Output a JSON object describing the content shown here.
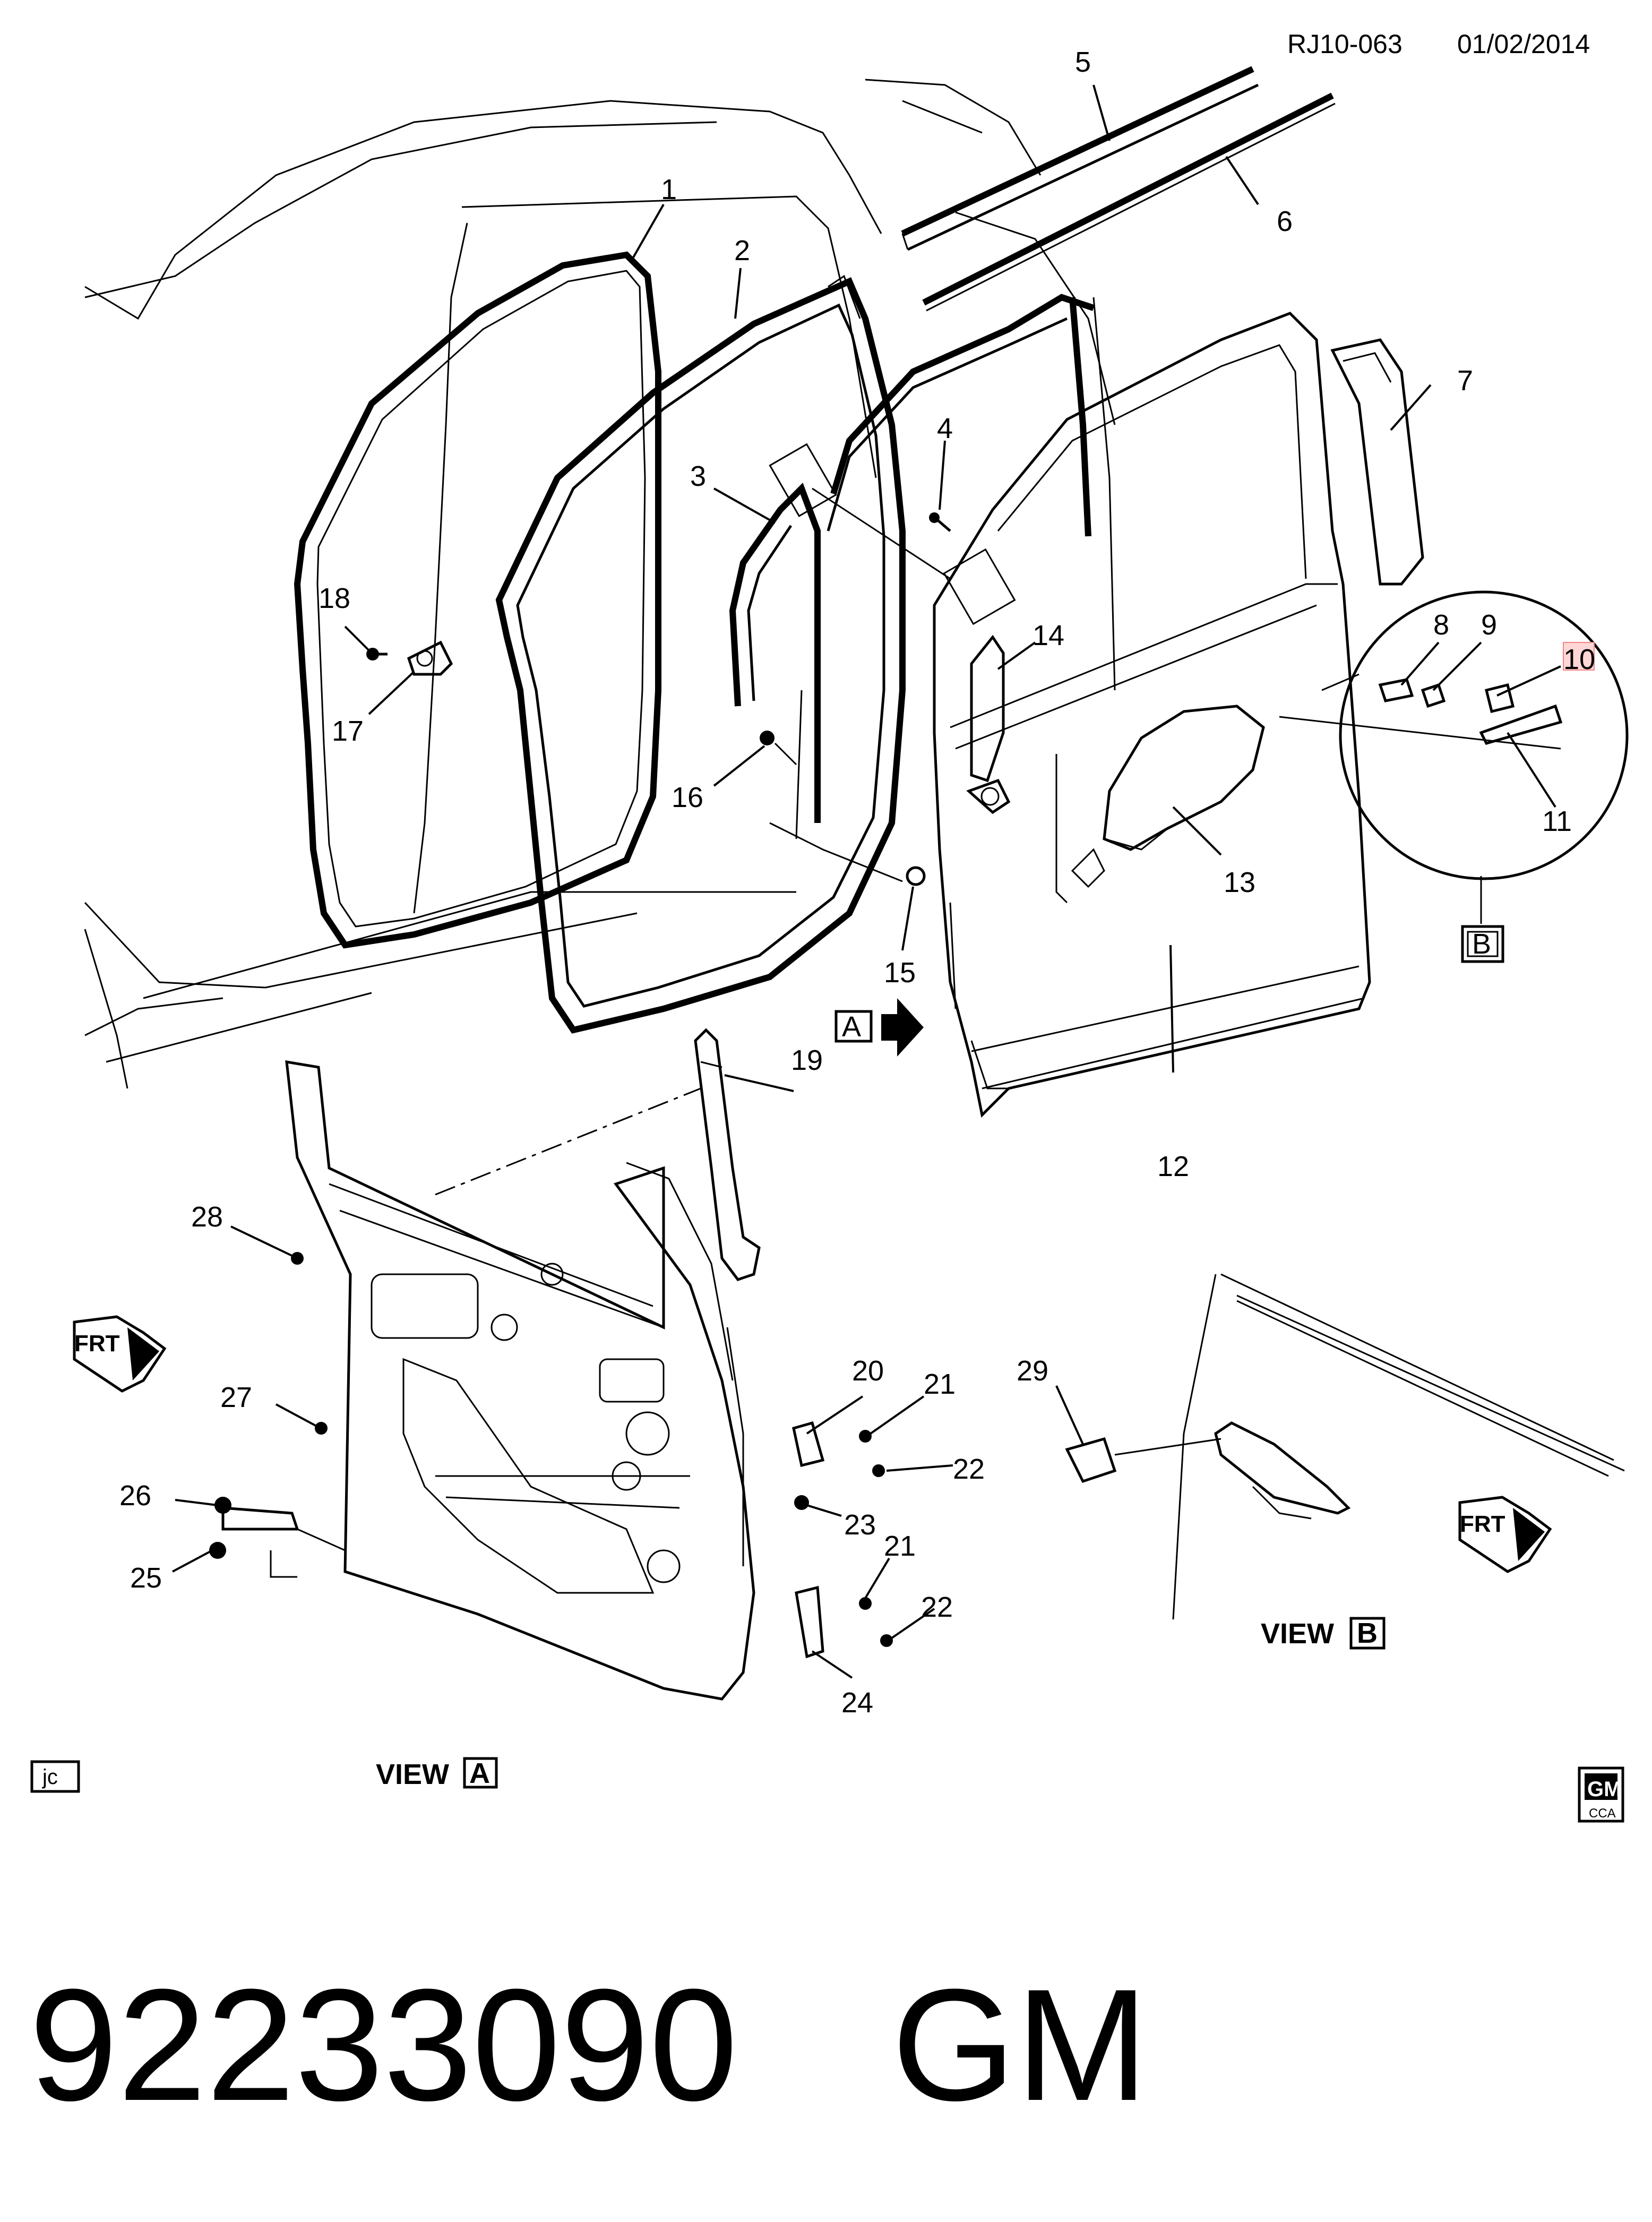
{
  "header": {
    "code": "RJ10-063",
    "date": "01/02/2014"
  },
  "callouts": {
    "c1": "1",
    "c2": "2",
    "c3": "3",
    "c4": "4",
    "c5": "5",
    "c6": "6",
    "c7": "7",
    "c8": "8",
    "c9": "9",
    "c10": "10",
    "c11": "11",
    "c12": "12",
    "c13": "13",
    "c14": "14",
    "c15": "15",
    "c16": "16",
    "c17": "17",
    "c18": "18",
    "c19": "19",
    "c20": "20",
    "c21a": "21",
    "c21b": "21",
    "c22a": "22",
    "c22b": "22",
    "c23": "23",
    "c24": "24",
    "c25": "25",
    "c26": "26",
    "c27": "27",
    "c28": "28",
    "c29": "29"
  },
  "view_markers": {
    "a": "A",
    "b": "B"
  },
  "views": {
    "view_a_word": "VIEW",
    "view_a_letter": "A",
    "view_b_word": "VIEW",
    "view_b_letter": "B"
  },
  "front_arrow_text": "FRT",
  "footer": {
    "initials": "jc",
    "logo_text": "GM",
    "logo_sub": "CCA"
  },
  "part_number": "92233090",
  "brand": "GM"
}
